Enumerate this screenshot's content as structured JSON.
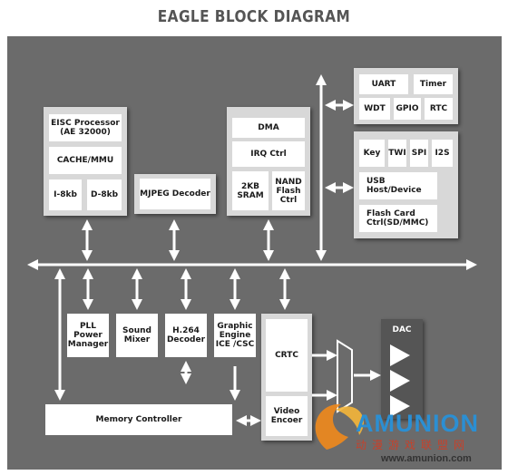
{
  "title": "EAGLE BLOCK DIAGRAM",
  "blocks": {
    "eisc_processor": "EISC Processor (AE 32000)",
    "cache_mmu": "CACHE/MMU",
    "i_8kb": "I-8kb",
    "d_8kb": "D-8kb",
    "mjpeg_decoder": "MJPEG Decoder",
    "dma": "DMA",
    "irq_ctrl": "IRQ Ctrl",
    "sram": "2KB SRAM",
    "nand_flash_ctrl": "NAND Flash Ctrl",
    "uart": "UART",
    "timer": "Timer",
    "wdt": "WDT",
    "gpio": "GPIO",
    "rtc": "RTC",
    "key": "Key",
    "twi": "TWI",
    "spi": "SPI",
    "i2s": "I2S",
    "usb": "USB Host/Device",
    "flash_card": "Flash Card Ctrl(SD/MMC)",
    "pll": "PLL Power Manager",
    "sound_mixer": "Sound Mixer",
    "h264_decoder": "H.264 Decoder",
    "graphic_engine": "Graphic Engine ICE /CSC",
    "crtc": "CRTC",
    "video_encoder": "Video Encoer",
    "dac": "DAC",
    "memory_controller": "Memory Controller"
  },
  "watermark": {
    "brand": "AMUNION",
    "subtitle": "动漫游戏联盟网",
    "url": "www.amunion.com"
  },
  "colors": {
    "panel": "#6b6b6b",
    "group": "#d8d8d8",
    "block": "#ffffff",
    "wire": "#ffffff",
    "brand_blue": "#2b8fd3",
    "brand_orange": "#f08a1c"
  }
}
